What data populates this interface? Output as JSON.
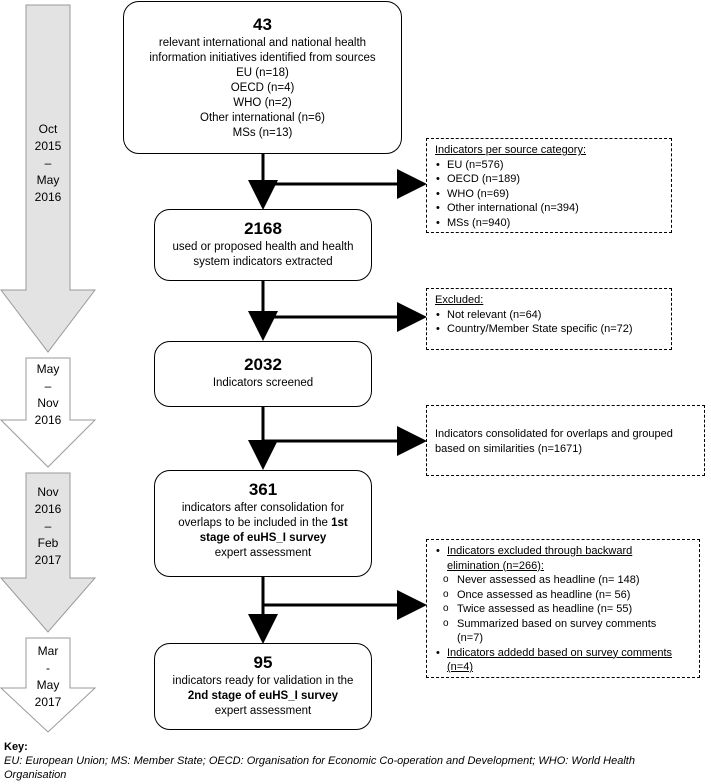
{
  "timeline": [
    {
      "label": [
        "Oct",
        "2015",
        "–",
        "May",
        "2016"
      ]
    },
    {
      "label": [
        "May",
        "–",
        "Nov",
        "2016"
      ]
    },
    {
      "label": [
        "Nov",
        "2016",
        "–",
        "Feb",
        "2017"
      ]
    },
    {
      "label": [
        "Mar",
        "-",
        "May",
        "2017"
      ]
    }
  ],
  "box1": {
    "number": "43",
    "lines": [
      "relevant international and national health",
      "information initiatives identified from sources",
      "EU (n=18)",
      "OECD (n=4)",
      "WHO (n=2)",
      "Other international (n=6)",
      "MSs (n=13)"
    ]
  },
  "box2": {
    "number": "2168",
    "lines": [
      "used or proposed health and health",
      "system indicators extracted"
    ]
  },
  "box3": {
    "number": "2032",
    "lines": [
      "Indicators screened"
    ]
  },
  "box4": {
    "number": "361",
    "line1": "indicators after consolidation for",
    "line2a": "overlaps to be included in the ",
    "line2b": "1st",
    "line3": "stage of euHS_I survey",
    "line4": "expert assessment"
  },
  "box5": {
    "number": "95",
    "line1": "indicators ready for validation in the",
    "line2": "2nd stage of euHS_I survey",
    "line3": "expert assessment"
  },
  "side1": {
    "title": "Indicators per source category:",
    "items": [
      "EU (n=576)",
      "OECD (n=189)",
      "WHO (n=69)",
      "Other international (n=394)",
      "MSs (n=940)"
    ]
  },
  "side2": {
    "title": "Excluded:",
    "items": [
      "Not relevant (n=64)",
      "Country/Member State specific (n=72)"
    ]
  },
  "side3": {
    "line1": "Indicators consolidated for overlaps and grouped",
    "line2": "based on similarities (n=1671)"
  },
  "side4": {
    "title1": "Indicators excluded through backward",
    "title2": "elimination (n=266):",
    "subs": [
      "Never assessed as headline (n= 148)",
      "Once assessed as headline (n= 56)",
      "Twice assessed as headline (n= 55)",
      "Summarized based on survey comments",
      "(n=7)"
    ],
    "bottom1": "Indicators addedd based on survey comments",
    "bottom2": "(n=4)"
  },
  "key": {
    "title": "Key:",
    "line1": "EU: European Union; MS: Member State; OECD: Organisation for Economic Co-operation and Development; WHO: World Health",
    "line2": "Organisation"
  }
}
